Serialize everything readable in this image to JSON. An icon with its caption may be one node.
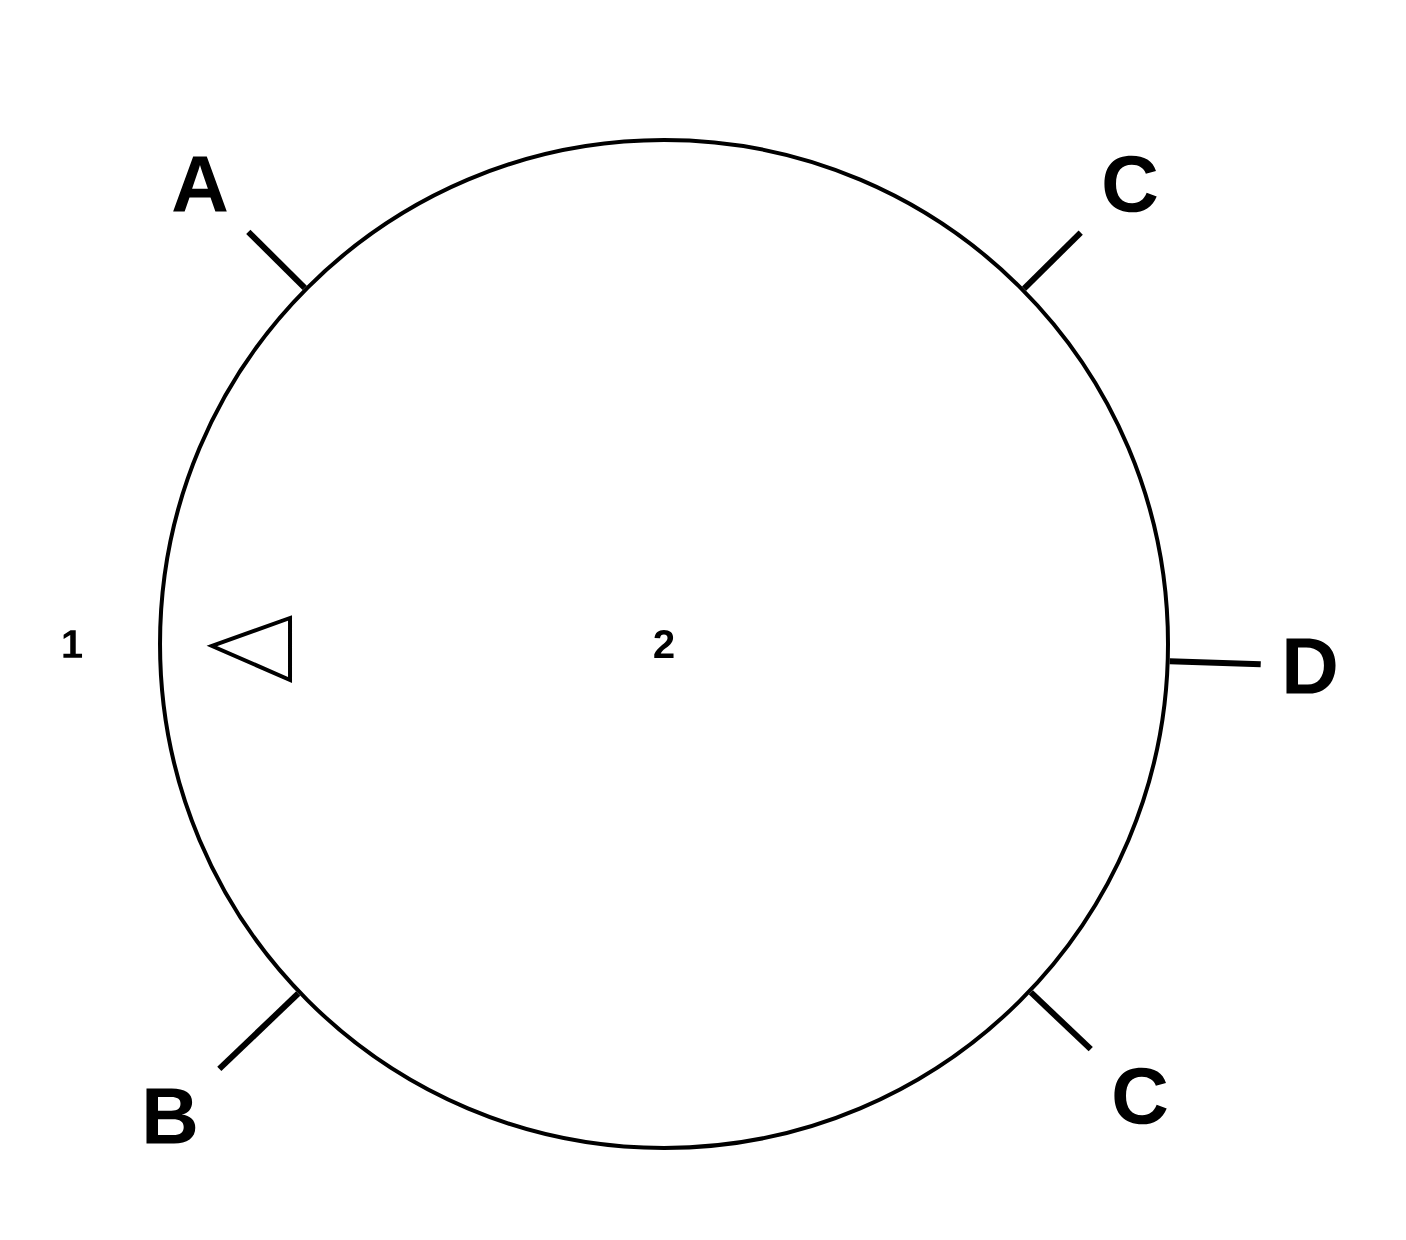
{
  "diagram": {
    "nodes": [
      {
        "text": [
          "2"
        ]
      },
      {
        "text": [
          "A"
        ]
      },
      {
        "text": [
          "C"
        ]
      },
      {
        "text": [
          "D"
        ]
      },
      {
        "text": [
          "B"
        ]
      },
      {
        "text": [
          "C"
        ]
      }
    ],
    "edges": [
      {
        "from": 1,
        "to": 0,
        "arrow": "none"
      },
      {
        "from": 2,
        "to": 0,
        "arrow": "none"
      },
      {
        "from": 3,
        "to": 0,
        "arrow": "none"
      },
      {
        "from": 4,
        "to": 0,
        "arrow": "none"
      },
      {
        "from": 5,
        "to": 0,
        "arrow": "none"
      }
    ],
    "labels": [
      "1"
    ]
  }
}
